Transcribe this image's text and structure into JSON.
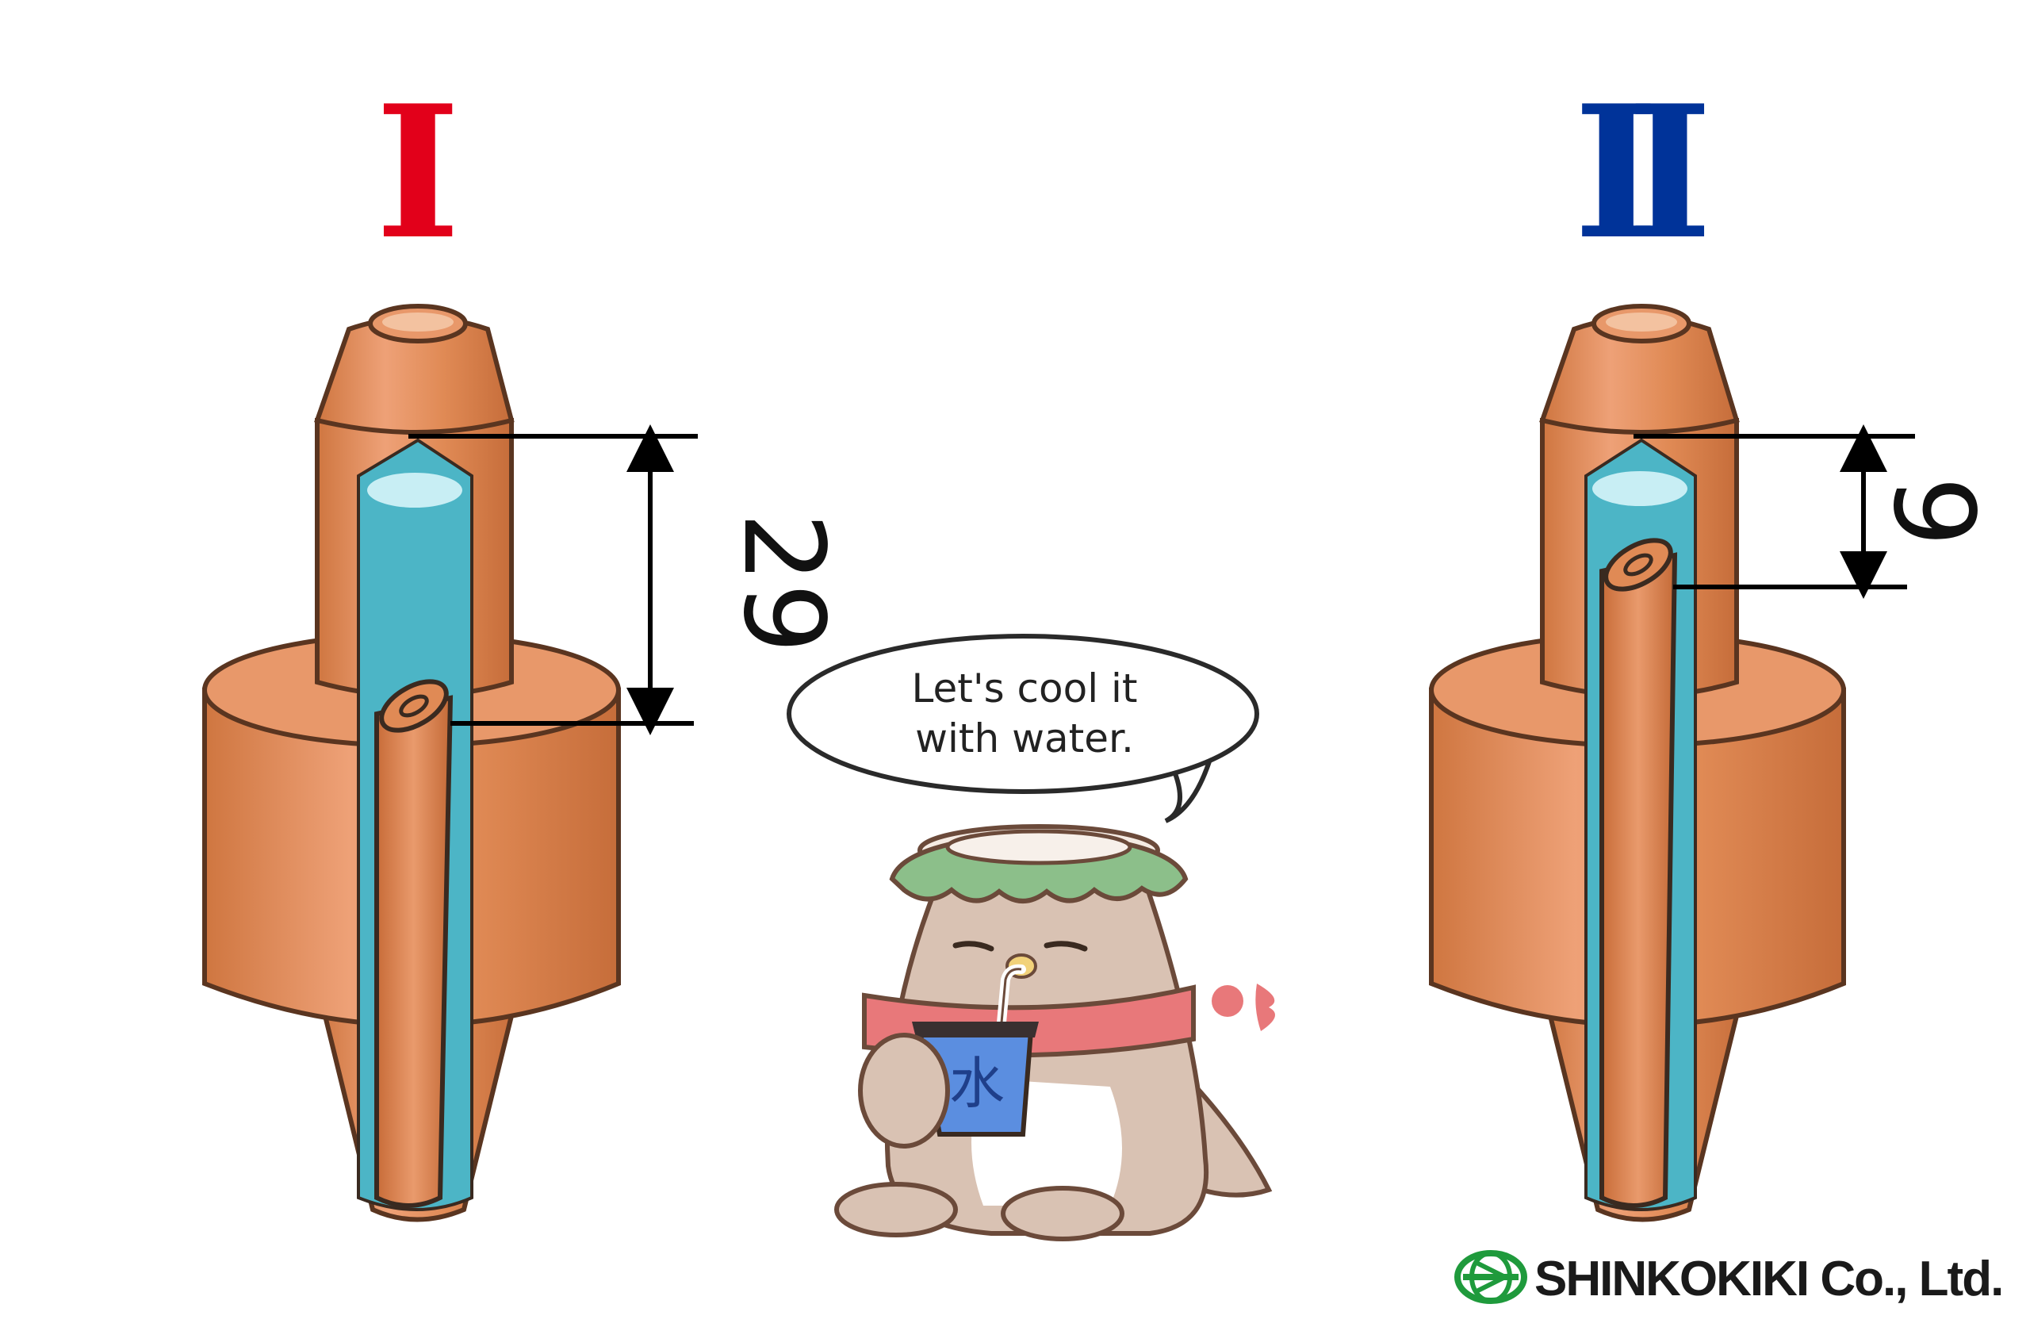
{
  "labels": {
    "left_roman": "I",
    "right_roman": "II"
  },
  "dimensions": {
    "left_value": "29",
    "right_value": "9"
  },
  "speech": {
    "line1": "Let's cool it",
    "line2": "with water."
  },
  "cup_char": "水",
  "brand": {
    "name": "SHINKOKIKI Co., Ltd."
  },
  "colors": {
    "roman_left": "#e2001a",
    "roman_right": "#003399",
    "copper": "#e08a55",
    "copper_light": "#f0b08a",
    "copper_dark": "#b86534",
    "water": "#4cb5c6",
    "water_light": "#c8eef4",
    "outline": "#5a3520",
    "brand_green": "#1f9a3c"
  }
}
